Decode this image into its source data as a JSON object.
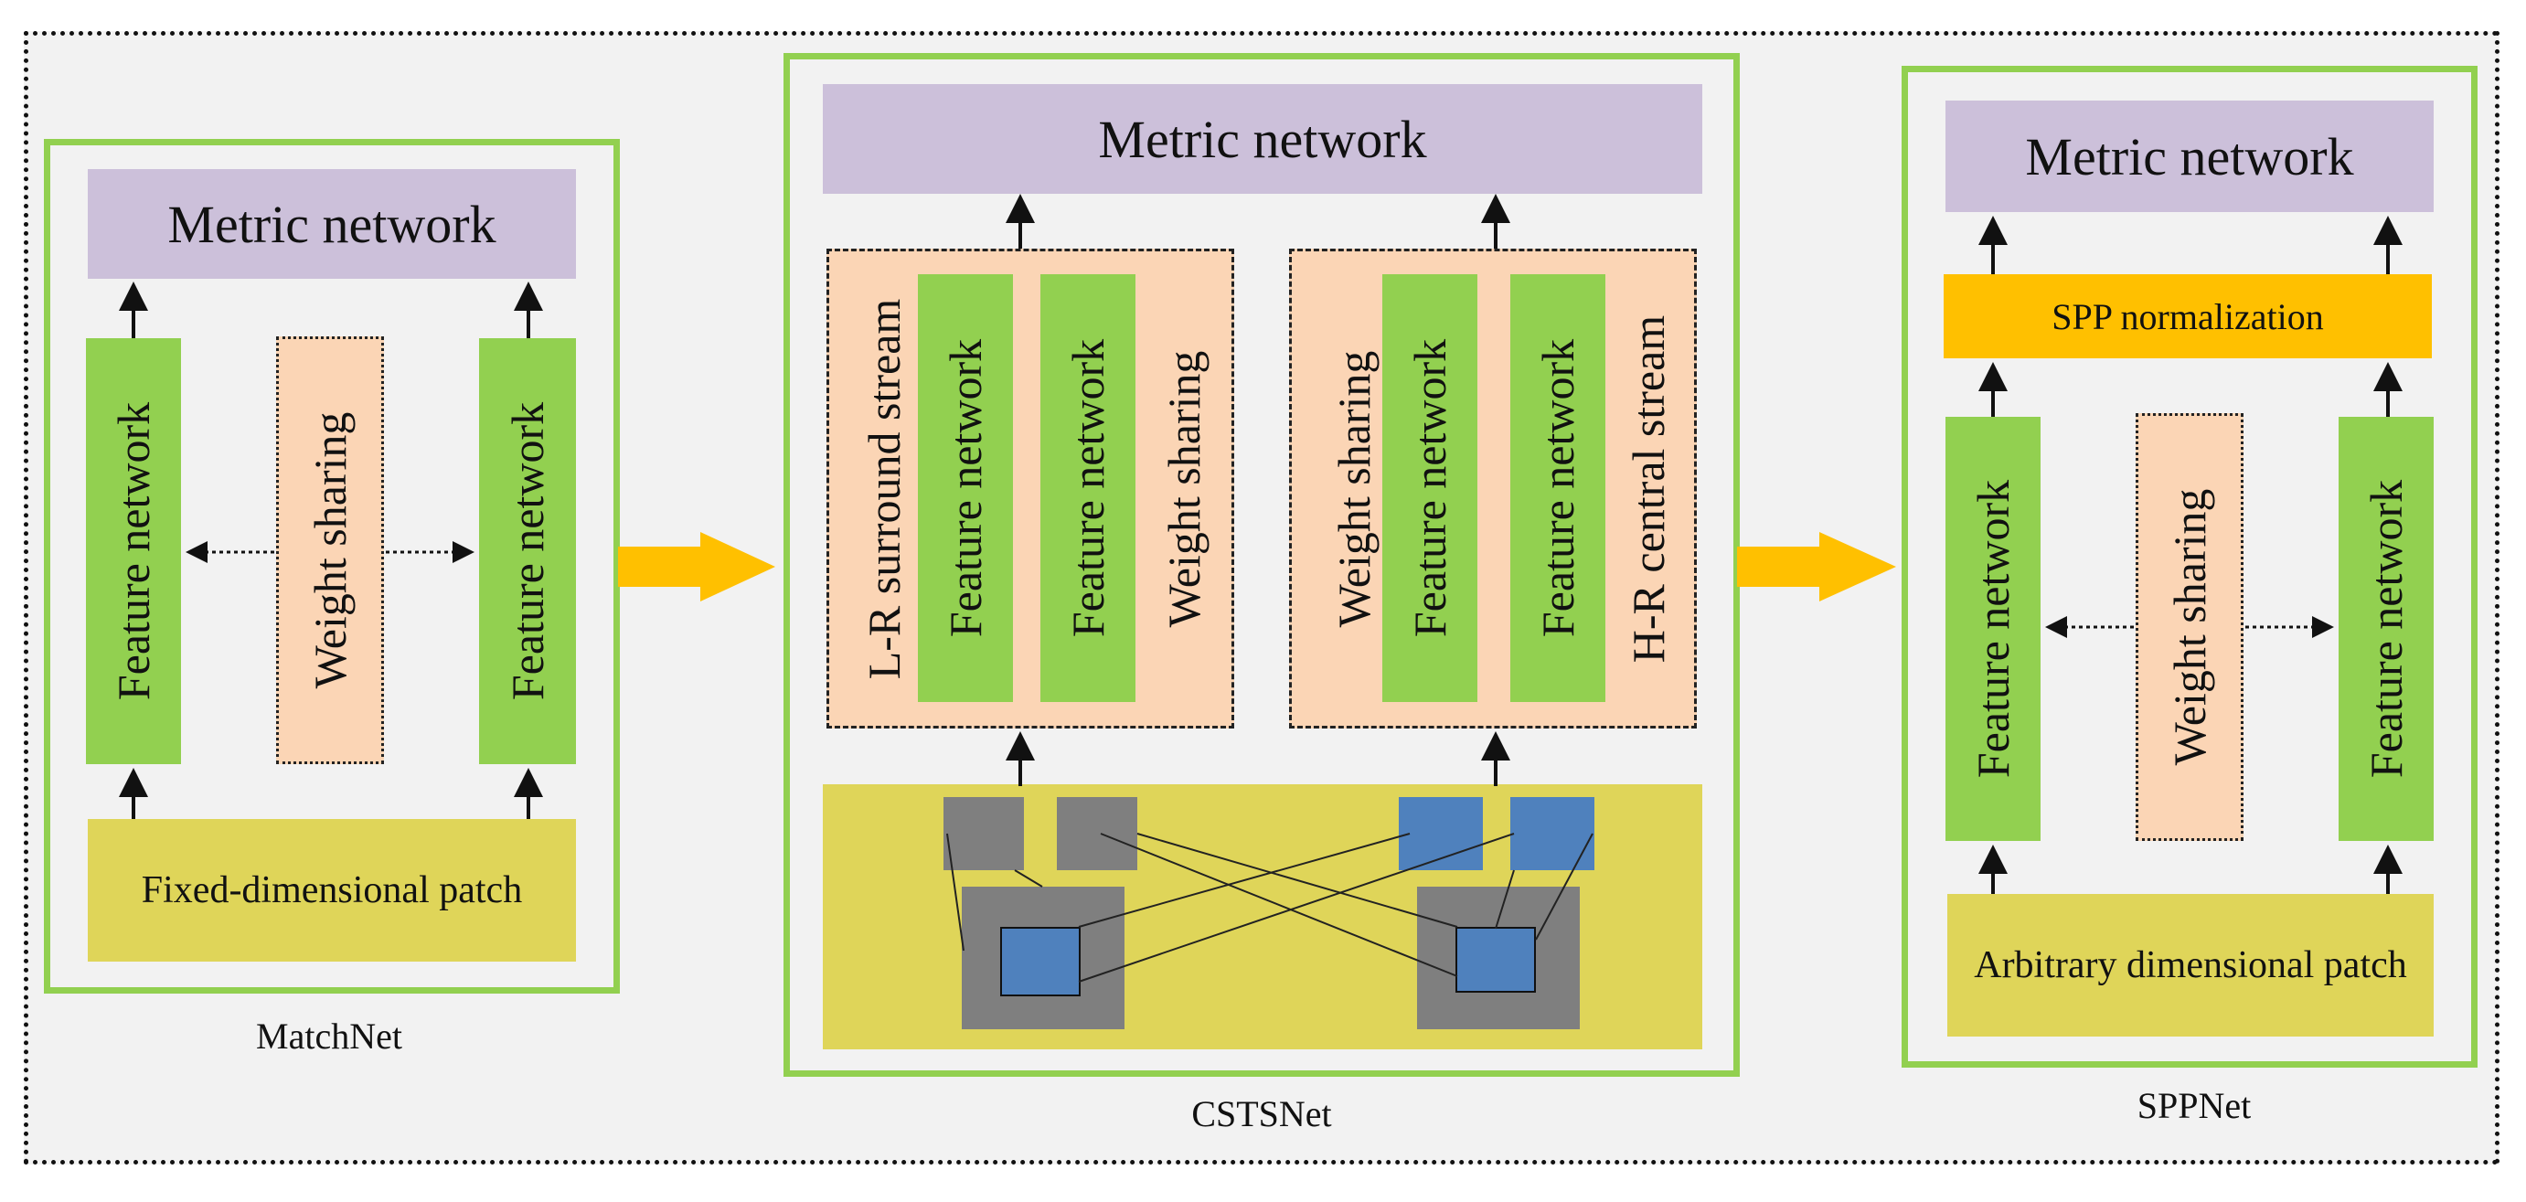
{
  "diagram": {
    "matchnet": {
      "caption": "MatchNet",
      "metric": "Metric network",
      "feature_left": "Feature network",
      "feature_right": "Feature network",
      "weight_sharing": "Weight sharing",
      "patch": "Fixed-dimensional patch"
    },
    "cstsnet": {
      "caption": "CSTSNet",
      "metric": "Metric network",
      "left_stream": {
        "label": "L-R surround stream",
        "feature_1": "Feature network",
        "feature_2": "Feature network",
        "weight_sharing": "Weight sharing"
      },
      "right_stream": {
        "label": "H-R central stream",
        "feature_1": "Feature network",
        "feature_2": "Feature network",
        "weight_sharing": "Weight sharing"
      }
    },
    "sppnet": {
      "caption": "SPPNet",
      "metric": "Metric network",
      "spp": "SPP normalization",
      "feature_left": "Feature network",
      "feature_right": "Feature network",
      "weight_sharing": "Weight sharing",
      "patch": "Arbitrary dimensional patch"
    }
  },
  "colors": {
    "panel_border": "#92d050",
    "metric_fill": "#ccc0da",
    "feature_fill": "#92d050",
    "weight_sharing_fill": "#fbd5b5",
    "patch_fill": "#dfd559",
    "spp_fill": "#ffc000",
    "arrow_fill": "#ffc000",
    "gray_patch": "#7f7f7f",
    "blue_patch": "#4f81bd"
  }
}
